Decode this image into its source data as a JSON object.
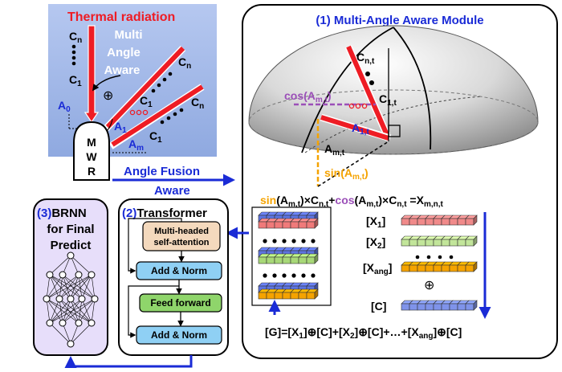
{
  "colors": {
    "red": "#ee1c24",
    "blue": "#1a2bd6",
    "orange": "#f5a300",
    "purple": "#9b4fb8",
    "panel_bg": "#9fb8e8",
    "brnn_bg": "#e7defa",
    "attn_fill": "#f4d9bd",
    "norm_fill": "#8fd0f4",
    "ff_fill": "#8fd56b"
  },
  "radiation_panel": {
    "title": "Thermal radiation",
    "aware_text": [
      "Multi",
      "Angle",
      "Aware"
    ],
    "cn": "C",
    "cn_sub": "n",
    "c1": "C",
    "c1_sub": "1",
    "a0": "A",
    "a0_sub": "0",
    "a1": "A",
    "a1_sub": "1",
    "am": "A",
    "am_sub": "m",
    "oplus": "⊕",
    "mwr_letters": [
      "M",
      "W",
      "R"
    ]
  },
  "fusion_label": [
    "Angle Fusion",
    "Aware"
  ],
  "module1": {
    "title": "(1) Multi-Angle Aware Module",
    "cnt": "C",
    "cnt_sub": "n,t",
    "c1t": "C",
    "c1t_sub": "1,t",
    "cos_label": {
      "fn": "cos",
      "arg": "A",
      "arg_sub": "m,t"
    },
    "a1t": "A",
    "a1t_sub": "1,t",
    "amt": "A",
    "amt_sub": "m,t",
    "sin_label": {
      "fn": "sin",
      "arg": "A",
      "arg_sub": "m,t"
    },
    "equation": {
      "sin": "sin",
      "cos": "cos",
      "arg": "A",
      "arg_sub": "m,t",
      "c": "C",
      "c_sub": "n,t",
      "times": "×",
      "plus": "+",
      "result": "X",
      "result_sub": "m,n,t"
    },
    "vectors": [
      {
        "label": "X",
        "sub": "1"
      },
      {
        "label": "X",
        "sub": "2"
      },
      {
        "label": "X",
        "sub": "ang"
      }
    ],
    "oplus": "⊕",
    "c_vector": "[C]",
    "g_equation": "[G]=[X1]⊕[C]+[X2]⊕[C]+…+[Xang]⊕[C]",
    "g_parts": {
      "g": "[G]=[X",
      "s1": "1",
      "p1": "]⊕[C]+[X",
      "s2": "2",
      "p2": "]⊕[C]+…+[X",
      "s3": "ang",
      "p3": "]⊕[C]"
    }
  },
  "transformer": {
    "title": "(2)Transformer",
    "attention": [
      "Multi-headed",
      "self-attention"
    ],
    "add_norm": "Add & Norm",
    "feed_forward": "Feed forward"
  },
  "brnn": {
    "title": [
      "(3)BRNN",
      "for Final",
      "Predict"
    ]
  }
}
